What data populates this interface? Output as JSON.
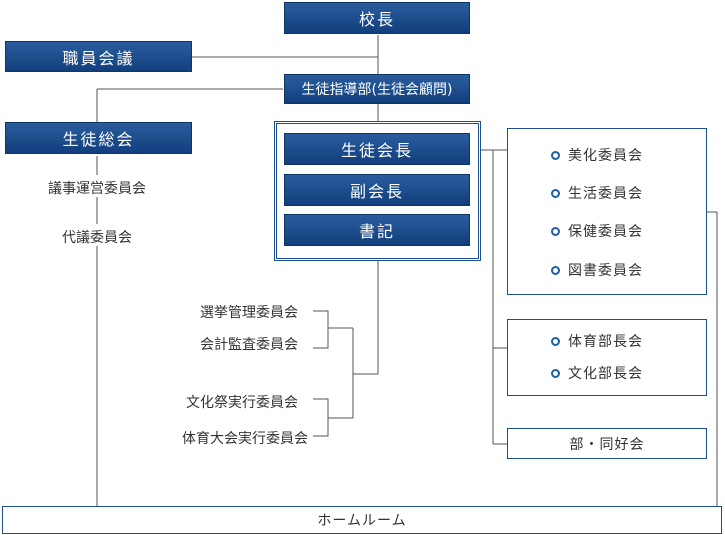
{
  "top": {
    "principal": "校長",
    "staff_meeting": "職員会議",
    "guidance": "生徒指導部(生徒会顧問)"
  },
  "left": {
    "student_assembly": "生徒総会",
    "steering": "議事運営委員会",
    "delegates": "代議委員会"
  },
  "officers": {
    "president": "生徒会長",
    "vice": "副会長",
    "secretary": "書記"
  },
  "committees": [
    "美化委員会",
    "生活委員会",
    "保健委員会",
    "図書委員会"
  ],
  "clubs": [
    "体育部長会",
    "文化部長会"
  ],
  "club_group": "部・同好会",
  "special": [
    "選挙管理委員会",
    "会計監査委員会",
    "文化祭実行委員会",
    "体育大会実行委員会"
  ],
  "homeroom": "ホームルーム",
  "colors": {
    "box_blue": "#1d4f8d",
    "line": "#555555"
  }
}
